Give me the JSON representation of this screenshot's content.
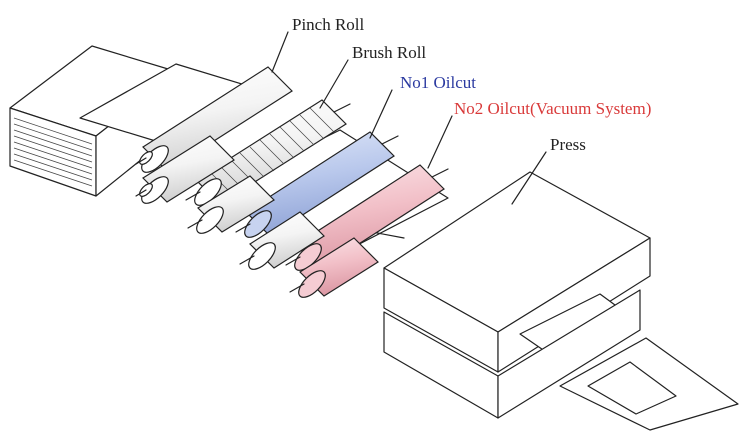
{
  "labels": {
    "pinch_roll": "Pinch Roll",
    "brush_roll": "Brush Roll",
    "no1_oilcut": "No1 Oilcut",
    "no2_oilcut": "No2 Oilcut(Vacuum System)",
    "press": "Press"
  },
  "colors": {
    "ink": "#222222",
    "no1_label": "#2b3aa0",
    "no2_label": "#d93a3a",
    "blue_roll": "#b9c8ec",
    "pink_roll": "#f2c0c8",
    "plain_roll": "#ffffff"
  }
}
